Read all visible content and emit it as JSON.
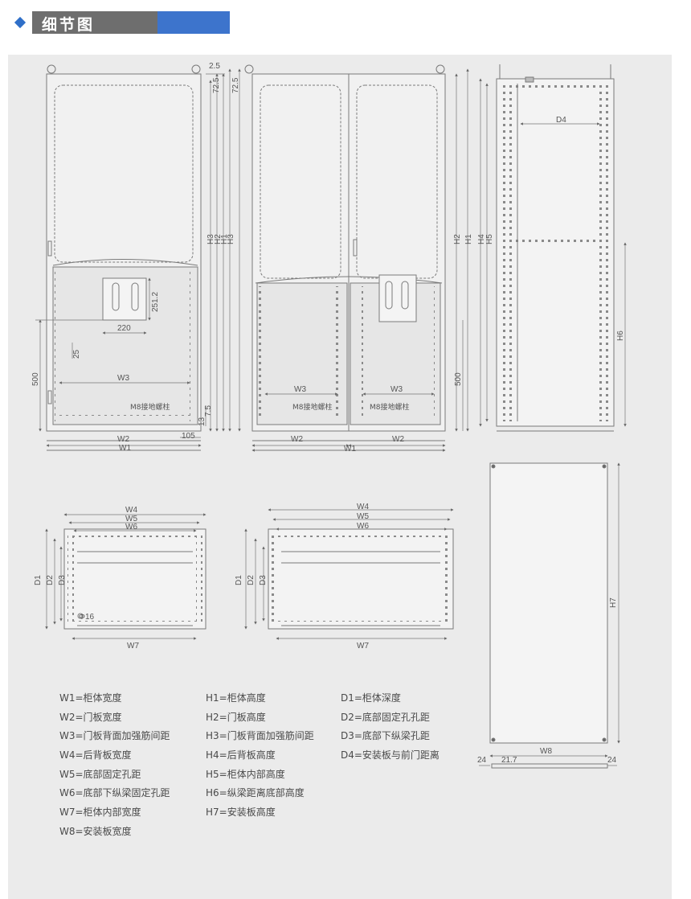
{
  "header": {
    "title": "细节图",
    "bullet_color": "#2f6fc8",
    "bar_gray": "#6e6e6e",
    "bar_blue": "#3d74cc"
  },
  "dimensions": {
    "front_single": {
      "top_a": "2.5",
      "top_b": "72.5",
      "h3_left": "H3",
      "h3": "H3",
      "h2": "H2",
      "h1": "H1",
      "plate_h": "251.2",
      "plate_w": "220",
      "rib_gap": "25",
      "base_h": "500",
      "w3": "W3",
      "w2": "W2",
      "w1": "W1",
      "bolt": "M8接地螺柱",
      "side_a": "13",
      "side_b": "7.5",
      "side_c": "105"
    },
    "front_double": {
      "top": "72.5",
      "h2": "H2",
      "h1": "H1",
      "base_h": "500",
      "w3_left": "W3",
      "w3_right": "W3",
      "w2_left": "W2",
      "w2_right": "W2",
      "w1": "W1",
      "bolt_left": "M8接地螺柱",
      "bolt_right": "M8接地螺柱"
    },
    "side": {
      "d4": "D4",
      "h4": "H4",
      "h5": "H5",
      "h6": "H6"
    },
    "top_single": {
      "w4": "W4",
      "w5": "W5",
      "w6": "W6",
      "d1": "D1",
      "d2": "D2",
      "d3": "D3",
      "hole": "Φ16",
      "w7": "W7"
    },
    "top_double": {
      "w4": "W4",
      "w5": "W5",
      "w6": "W6",
      "d1": "D1",
      "d2": "D2",
      "d3": "D3",
      "w7": "W7"
    },
    "plate": {
      "h7": "H7",
      "w8": "W8",
      "edge_l": "24",
      "hole_off": "21.7",
      "edge_r": "24"
    }
  },
  "legend": {
    "col1": [
      "W1=柜体宽度",
      "W2=门板宽度",
      "W3=门板背面加强筋间距",
      "W4=后背板宽度",
      "W5=底部固定孔距",
      "W6=底部下纵梁固定孔距",
      "W7=柜体内部宽度",
      "W8=安装板宽度"
    ],
    "col2": [
      "H1=柜体高度",
      "H2=门板高度",
      "H3=门板背面加强筋间距",
      "H4=后背板高度",
      "H5=柜体内部高度",
      "H6=纵梁距离底部高度",
      "H7=安装板高度"
    ],
    "col3": [
      "D1=柜体深度",
      "D2=底部固定孔孔距",
      "D3=底部下纵梁孔距",
      "D4=安装板与前门距离"
    ]
  }
}
